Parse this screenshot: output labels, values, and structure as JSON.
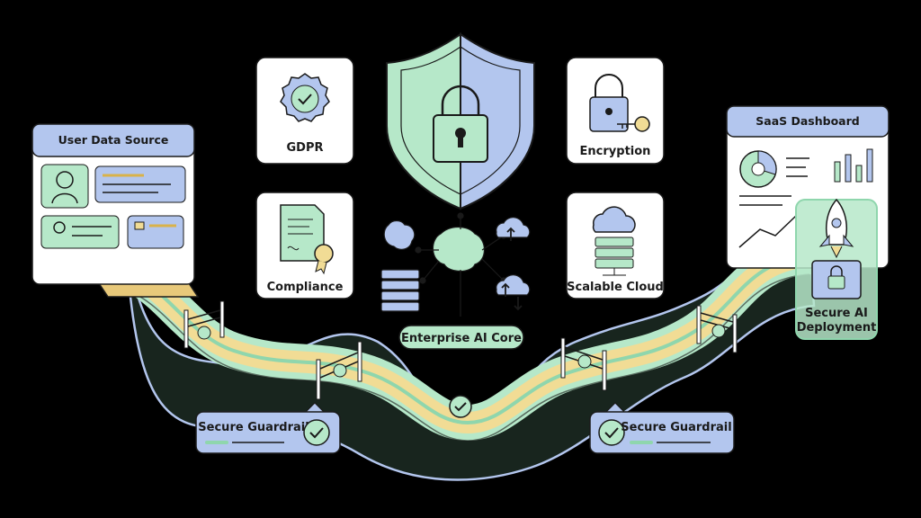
{
  "source_panel": {
    "title": "User Data Source"
  },
  "dashboard_panel": {
    "title": "SaaS Dashboard"
  },
  "deployment": {
    "label_line1": "Secure AI",
    "label_line2": "Deployment"
  },
  "compliance_cards": [
    {
      "label": "GDPR",
      "icon": "badge-check-icon"
    },
    {
      "label": "Compliance",
      "icon": "certificate-icon"
    },
    {
      "label": "Encryption",
      "icon": "padlock-key-icon"
    },
    {
      "label": "Scalable Cloud",
      "icon": "cloud-server-icon"
    }
  ],
  "core": {
    "label": "Enterprise AI Core",
    "icon": "brain-network-icon"
  },
  "guardrails": [
    {
      "label": "Secure Guardrail"
    },
    {
      "label": "Secure Guardrail"
    }
  ],
  "colors": {
    "background": "#000000",
    "mint": "#b6e8c9",
    "mint_dark": "#8fd6ad",
    "lavender": "#b3c6ee",
    "lavender_dark": "#92a9e2",
    "gold": "#f1dc95",
    "card": "#ffffff",
    "outline": "#1a1a1a"
  }
}
